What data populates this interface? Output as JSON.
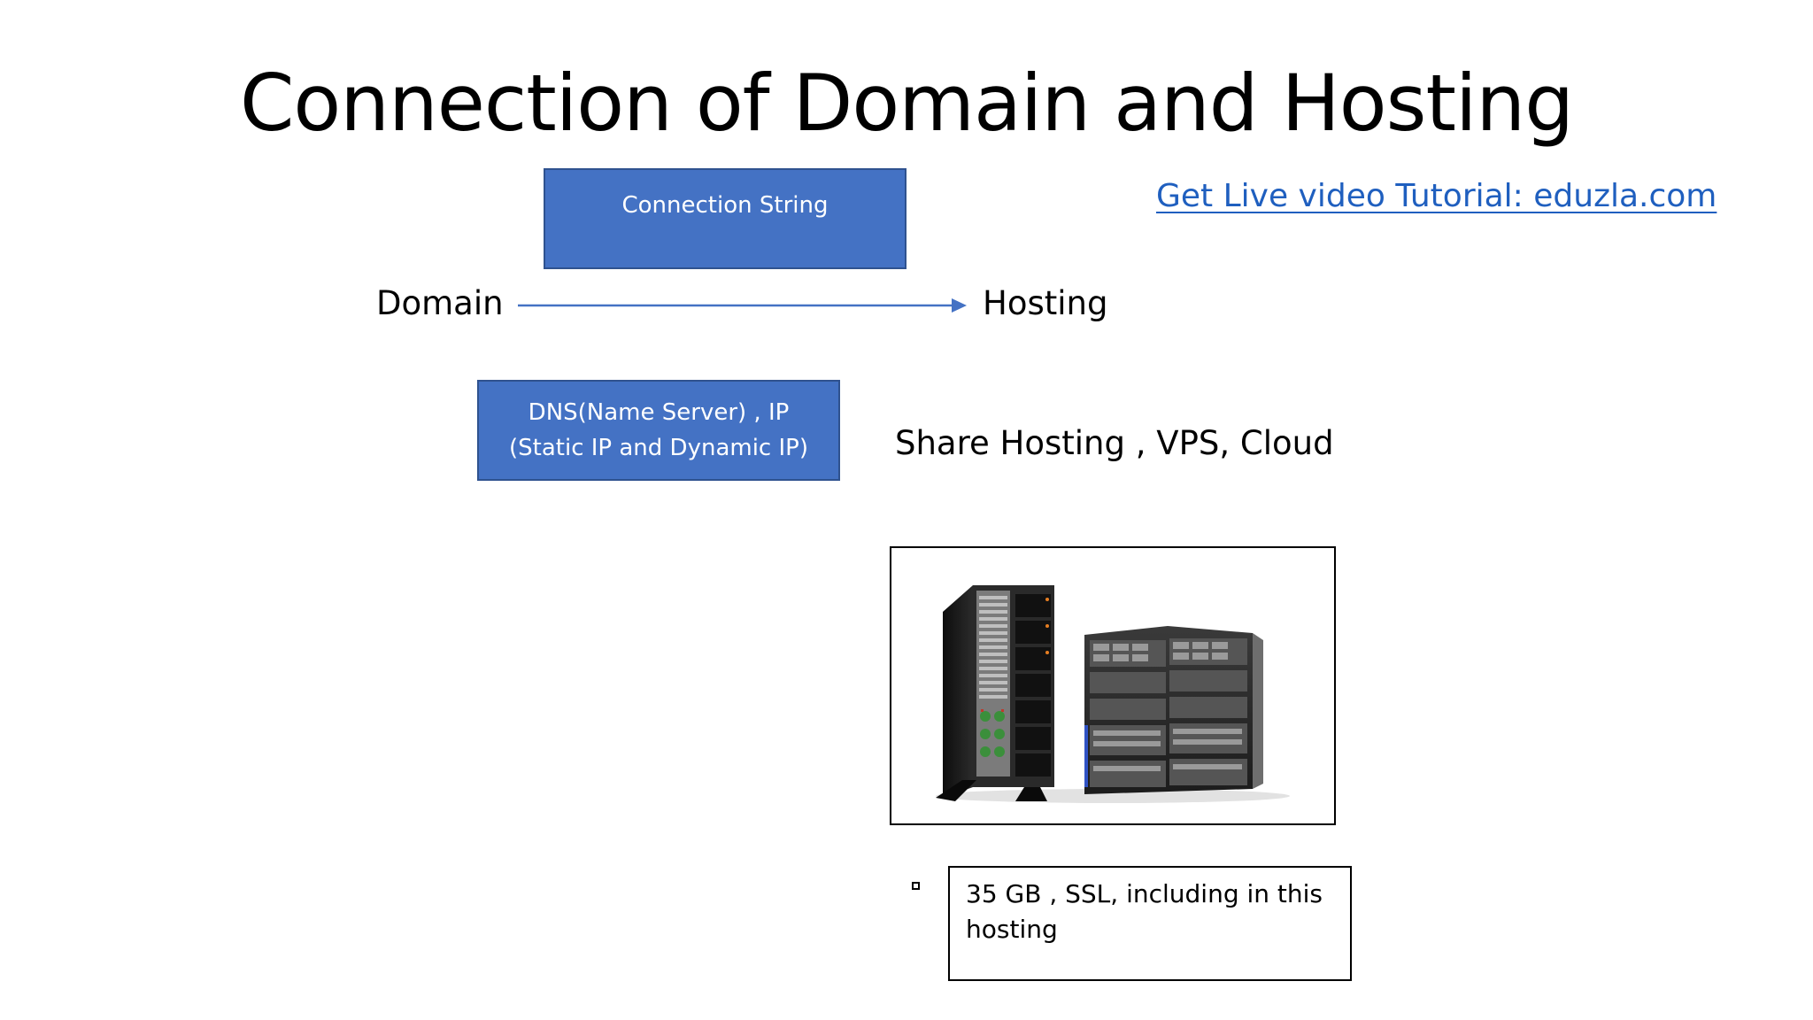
{
  "slide": {
    "title": "Connection of Domain and Hosting",
    "tutorial_link": "Get Live video Tutorial: eduzla.com"
  },
  "diagram": {
    "connection_box": "Connection String",
    "source_label": "Domain",
    "target_label": "Hosting",
    "dns_box": {
      "line1": "DNS(Name Server) , IP",
      "line2": "(Static IP and Dynamic IP)"
    },
    "hosting_types": "Share Hosting , VPS, Cloud",
    "image": "server-hardware",
    "note": "35 GB , SSL, including in this hosting"
  },
  "colors": {
    "box_fill": "#4472c4",
    "box_border": "#2f528f",
    "arrow": "#4472c4",
    "link": "#1f5fbf"
  }
}
